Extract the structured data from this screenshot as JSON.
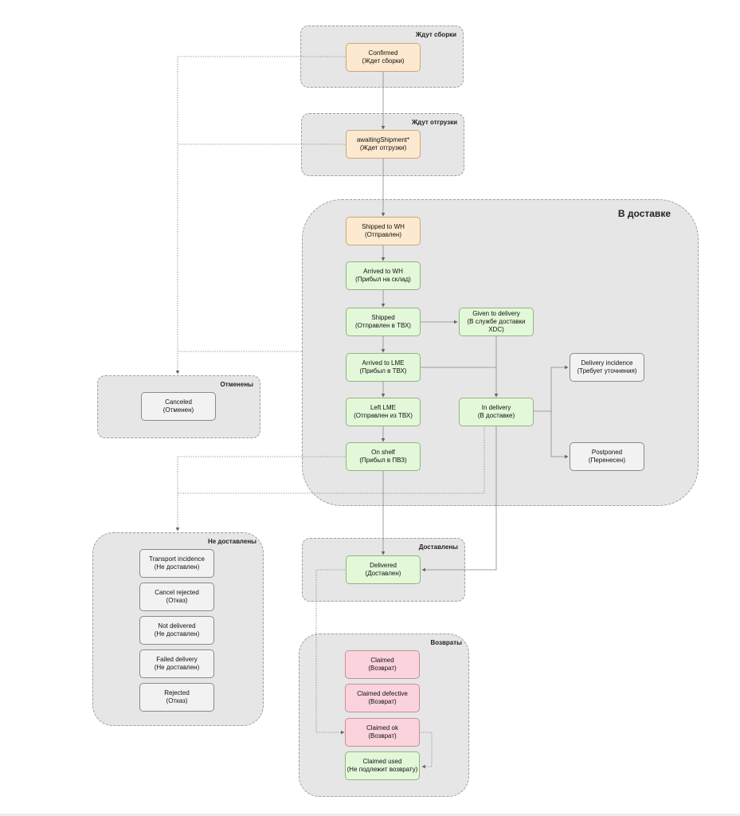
{
  "groups": {
    "await_assembly": "Ждут сборки",
    "await_shipment": "Ждут отгрузки",
    "in_delivery": "В доставке",
    "canceled": "Отменены",
    "not_delivered": "Не доставлены",
    "delivered": "Доставлены",
    "returns": "Возвраты"
  },
  "nodes": {
    "confirmed": {
      "title": "Confirmed",
      "sub": "(Ждет сборки)"
    },
    "awaiting": {
      "title": "awaitingShipment*",
      "sub": "(Ждет отгрузки)"
    },
    "shipped_wh": {
      "title": "Shipped to WH",
      "sub": "(Отправлен)"
    },
    "arrived_wh": {
      "title": "Arrived to WH",
      "sub": "(Прибыл на склад)"
    },
    "shipped": {
      "title": "Shipped",
      "sub": "(Отправлен в ТВХ)"
    },
    "given": {
      "title": "Given to delivery",
      "sub": "(В службе доставки XDC)"
    },
    "arrived_lme": {
      "title": "Arrived to LME",
      "sub": "(Прибыл в ТВХ)"
    },
    "left_lme": {
      "title": "Left LME",
      "sub": "(Отправлен из ТВХ)"
    },
    "in_delivery": {
      "title": "In delivery",
      "sub": "(В доставке)"
    },
    "on_shelf": {
      "title": "On shelf",
      "sub": "(Прибыл в ПВЗ)"
    },
    "incidence": {
      "title": "Delivery incidence",
      "sub": "(Требует уточнения)"
    },
    "postponed": {
      "title": "Postponed",
      "sub": "(Перенесен)"
    },
    "canceled": {
      "title": "Canceled",
      "sub": "(Отменен)"
    },
    "transport": {
      "title": "Transport incidence",
      "sub": "(Не доставлен)"
    },
    "cancel_rejected": {
      "title": "Cancel rejected",
      "sub": "(Отказ)"
    },
    "not_delivered": {
      "title": "Not delivered",
      "sub": "(Не доставлен)"
    },
    "failed": {
      "title": "Failed delivery",
      "sub": "(Не доставлен)"
    },
    "rejected": {
      "title": "Rejected",
      "sub": "(Отказ)"
    },
    "delivered": {
      "title": "Delivered",
      "sub": "(Доставлен)"
    },
    "claimed": {
      "title": "Claimed",
      "sub": "(Возврат)"
    },
    "claimed_defective": {
      "title": "Claimed defective",
      "sub": "(Возврат)"
    },
    "claimed_ok": {
      "title": "Claimed ok",
      "sub": "(Возврат)"
    },
    "claimed_used": {
      "title": "Claimed used",
      "sub": "(Не подлежит возврату)"
    }
  },
  "colors": {
    "orange": "#fde9cf",
    "green": "#e3f8d9",
    "grey": "#f2f2f2",
    "pink": "#fbd3dc",
    "group": "#e6e6e6",
    "line": "#777777"
  }
}
